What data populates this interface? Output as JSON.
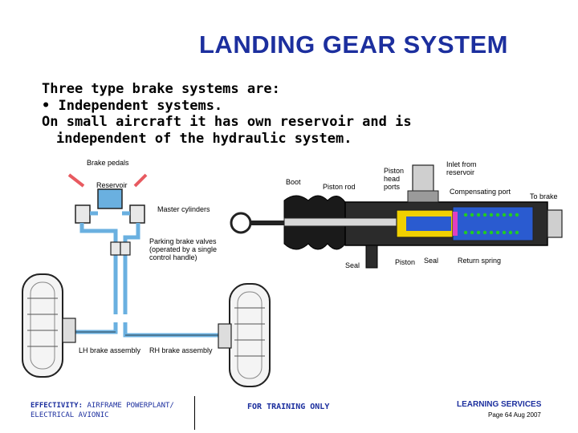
{
  "slide": {
    "title": "LANDING GEAR SYSTEM",
    "lines": [
      "Three type brake systems are:",
      "• Independent systems.",
      "On small aircraft it has own reservoir and is",
      "independent of the hydraulic system."
    ]
  },
  "left_diagram": {
    "labels": {
      "brake_pedals": "Brake pedals",
      "reservoir": "Reservoir",
      "master_cylinders": "Master cylinders",
      "parking_line1": "Parking brake valves",
      "parking_line2": "(operated by a single",
      "parking_line3": "control handle)",
      "lh_brake": "LH brake assembly",
      "rh_brake": "RH brake assembly"
    }
  },
  "right_diagram": {
    "labels": {
      "piston": "Piston",
      "head": "head",
      "ports": "ports",
      "inlet_line1": "Inlet from",
      "inlet_line2": "reservoir",
      "boot": "Boot",
      "piston_rod": "Piston rod",
      "compensating_port": "Compensating port",
      "to_brake": "To brake",
      "seal_left": "Seal",
      "piston_bottom": "Piston",
      "seal_bottom": "Seal",
      "return_spring": "Return spring"
    }
  },
  "footer": {
    "effectivity_label": "EFFECTIVITY:",
    "effectivity_line1": "AIRFRAME POWERPLANT/",
    "effectivity_line2": "ELECTRICAL AVIONIC",
    "training": "FOR TRAINING ONLY",
    "services": "LEARNING SERVICES",
    "page_date": "Page 64 Aug 2007"
  },
  "colors": {
    "title": "#1c2f9e",
    "hydraulic_fluid": "#6ab0e0",
    "piston": "#f0d000",
    "chamber": "#2a5bd0",
    "spring": "#22cc22"
  }
}
